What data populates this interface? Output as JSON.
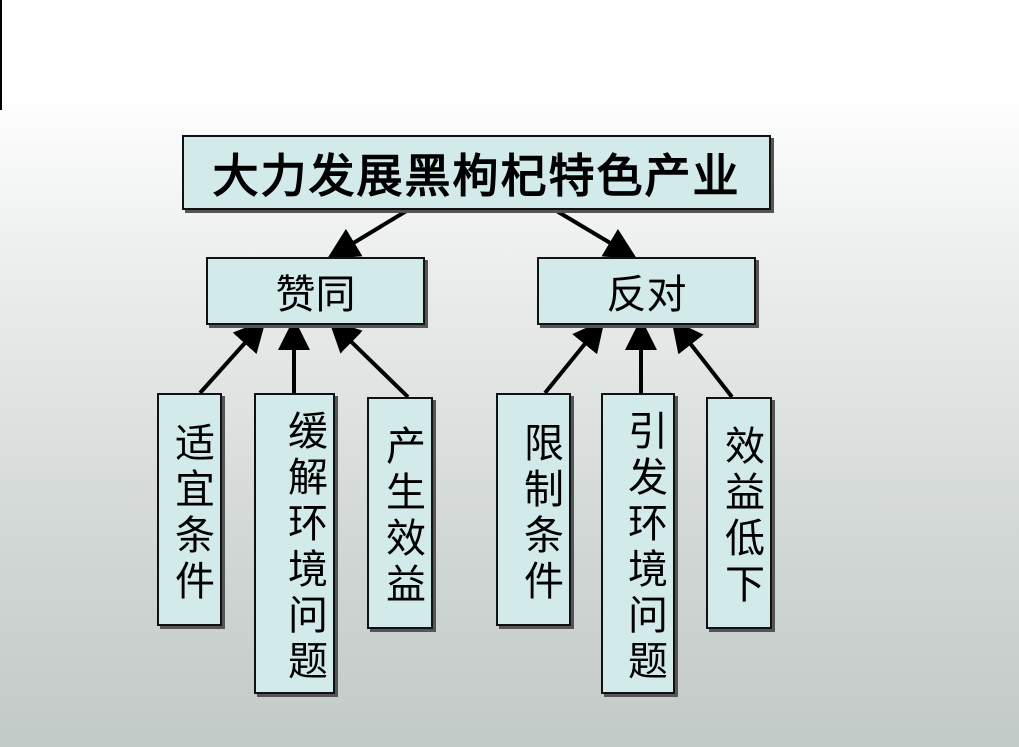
{
  "diagram": {
    "title": "大力发展黑枸杞特色产业",
    "support": {
      "label": "赞同",
      "reasons": [
        "适宜条件",
        "缓解环境问题",
        "产生效益"
      ]
    },
    "oppose": {
      "label": "反对",
      "reasons": [
        "限制条件",
        "引发环境问题",
        "效益低下"
      ]
    }
  }
}
